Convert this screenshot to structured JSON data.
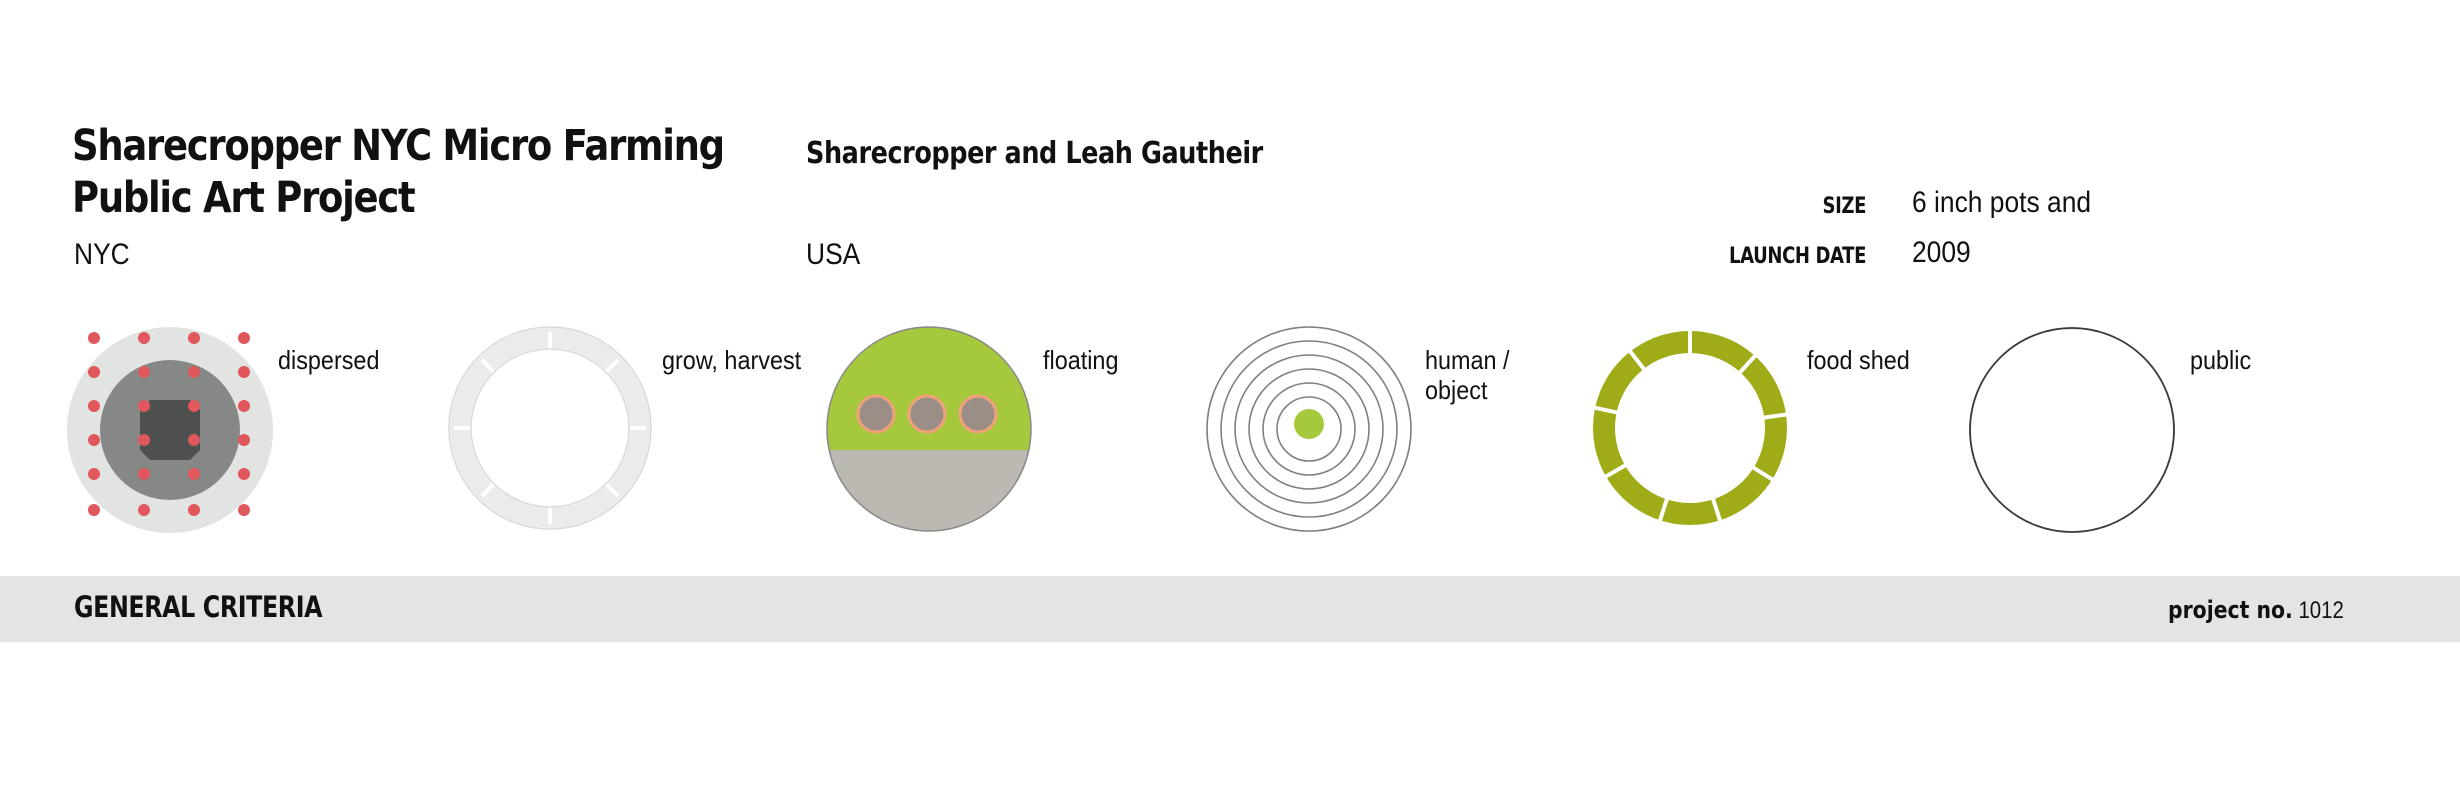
{
  "project": {
    "title_line1": "Sharecropper  NYC Micro Farming",
    "title_line2": "Public Art Project",
    "credit": "Sharecropper and Leah Gautheir",
    "city": "NYC",
    "country": "USA",
    "size_label": "SIZE",
    "size_value": "6 inch pots and",
    "launch_label": "LAUNCH DATE",
    "launch_value": "2009"
  },
  "criteria": [
    {
      "label": "dispersed"
    },
    {
      "label": "grow, harvest"
    },
    {
      "label": "floating"
    },
    {
      "label_line1": "human /",
      "label_line2": "object"
    },
    {
      "label": "food shed"
    },
    {
      "label": "public"
    }
  ],
  "footer": {
    "section_title": "GENERAL CRITERIA",
    "project_no_label": "project no.",
    "project_no_value": "1012"
  },
  "colors": {
    "dot_red": "#e0575c",
    "green": "#a6c83c",
    "olive": "#a0ac17",
    "gray_light": "#e2e4e1",
    "gray_mid": "#858885",
    "gray_dark": "#4e504d",
    "ring_gray": "#ebebeb",
    "sand": "#bcb8b2",
    "line": "#808080"
  }
}
